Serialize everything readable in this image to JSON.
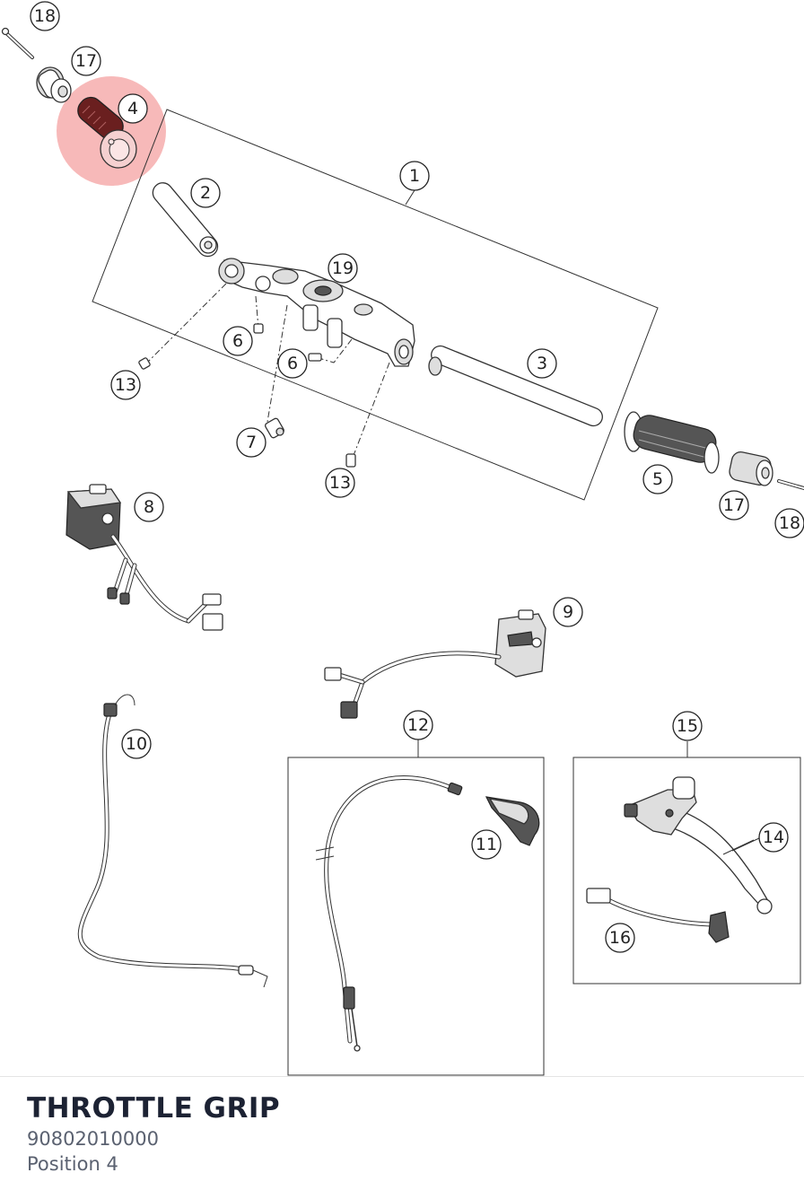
{
  "highlight_color": "#f08080",
  "callouts": [
    {
      "id": "c18a",
      "label": "18"
    },
    {
      "id": "c17a",
      "label": "17"
    },
    {
      "id": "c4",
      "label": "4"
    },
    {
      "id": "c1",
      "label": "1"
    },
    {
      "id": "c2",
      "label": "2"
    },
    {
      "id": "c19",
      "label": "19"
    },
    {
      "id": "c6a",
      "label": "6"
    },
    {
      "id": "c6b",
      "label": "6"
    },
    {
      "id": "c13a",
      "label": "13"
    },
    {
      "id": "c3",
      "label": "3"
    },
    {
      "id": "c7",
      "label": "7"
    },
    {
      "id": "c13b",
      "label": "13"
    },
    {
      "id": "c5",
      "label": "5"
    },
    {
      "id": "c17b",
      "label": "17"
    },
    {
      "id": "c18b",
      "label": "18"
    },
    {
      "id": "c8",
      "label": "8"
    },
    {
      "id": "c9",
      "label": "9"
    },
    {
      "id": "c10",
      "label": "10"
    },
    {
      "id": "c12",
      "label": "12"
    },
    {
      "id": "c15",
      "label": "15"
    },
    {
      "id": "c11",
      "label": "11"
    },
    {
      "id": "c14",
      "label": "14"
    },
    {
      "id": "c16",
      "label": "16"
    }
  ],
  "selected_part": {
    "name": "THROTTLE GRIP",
    "number": "90802010000",
    "position": "Position 4"
  }
}
